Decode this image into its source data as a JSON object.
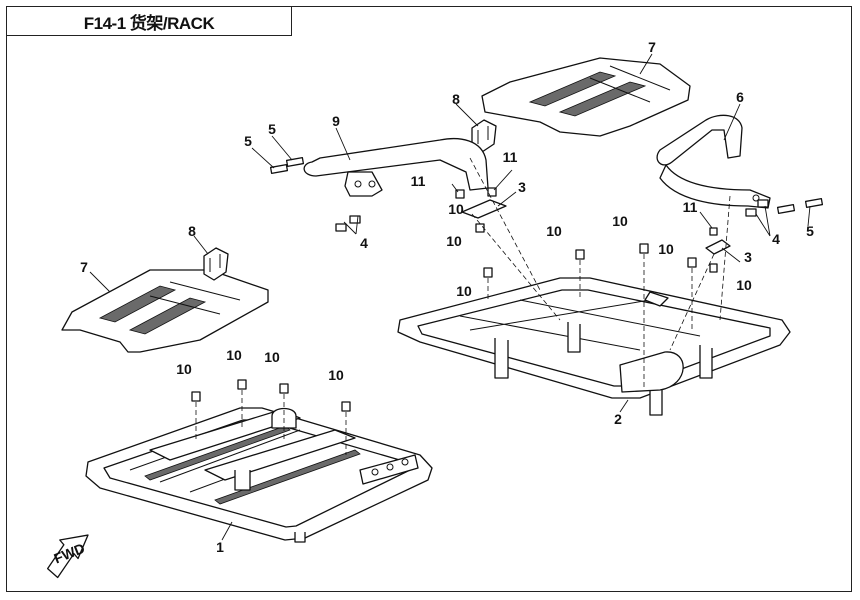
{
  "title": "F14-1 货架/RACK",
  "fwd_label": "FWD",
  "callouts": [
    {
      "id": "c1",
      "text": "1"
    },
    {
      "id": "c2",
      "text": "2"
    },
    {
      "id": "c3a",
      "text": "3"
    },
    {
      "id": "c3b",
      "text": "3"
    },
    {
      "id": "c4a",
      "text": "4"
    },
    {
      "id": "c4b",
      "text": "4"
    },
    {
      "id": "c5a",
      "text": "5"
    },
    {
      "id": "c5b",
      "text": "5"
    },
    {
      "id": "c5c",
      "text": "5"
    },
    {
      "id": "c6",
      "text": "6"
    },
    {
      "id": "c7a",
      "text": "7"
    },
    {
      "id": "c7b",
      "text": "7"
    },
    {
      "id": "c8a",
      "text": "8"
    },
    {
      "id": "c8b",
      "text": "8"
    },
    {
      "id": "c9",
      "text": "9"
    },
    {
      "id": "c10a",
      "text": "10"
    },
    {
      "id": "c10b",
      "text": "10"
    },
    {
      "id": "c10c",
      "text": "10"
    },
    {
      "id": "c10d",
      "text": "10"
    },
    {
      "id": "c10e",
      "text": "10"
    },
    {
      "id": "c10f",
      "text": "10"
    },
    {
      "id": "c10g",
      "text": "10"
    },
    {
      "id": "c10h",
      "text": "10"
    },
    {
      "id": "c10i",
      "text": "10"
    },
    {
      "id": "c10j",
      "text": "10"
    },
    {
      "id": "c10k",
      "text": "10"
    },
    {
      "id": "c11a",
      "text": "11"
    },
    {
      "id": "c11b",
      "text": "11"
    },
    {
      "id": "c11c",
      "text": "11"
    }
  ]
}
